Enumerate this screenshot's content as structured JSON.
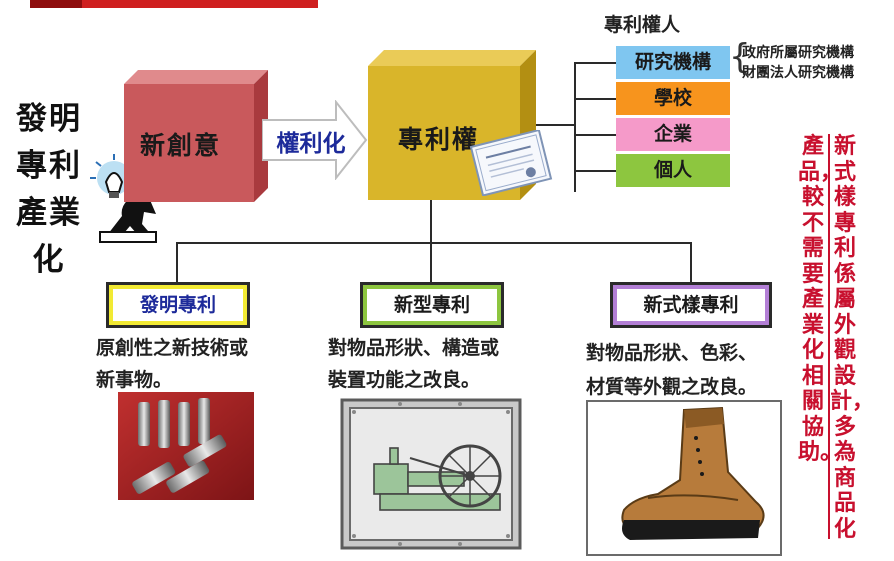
{
  "side_title": {
    "line1": "發明",
    "line2": "專利",
    "line3": "產業",
    "line4": "化"
  },
  "new_idea": {
    "label": "新創意"
  },
  "arrow": {
    "label": "權利化"
  },
  "patent_right": {
    "label": "專利權"
  },
  "owners": {
    "title": "專利權人",
    "items": [
      {
        "label": "研究機構",
        "color": "#7fc6f0"
      },
      {
        "label": "學校",
        "color": "#f7941d"
      },
      {
        "label": "企業",
        "color": "#f59ac9"
      },
      {
        "label": "個人",
        "color": "#8dc63f"
      }
    ],
    "sub_items": [
      "政府所屬研究機構",
      "財團法人研究機構"
    ]
  },
  "patent_types": [
    {
      "label": "發明專利",
      "border": "#f2ea33",
      "text_color": "#1d2a9a",
      "desc_line1": "原創性之新技術或",
      "desc_line2": "新事物。"
    },
    {
      "label": "新型專利",
      "border": "#8dc63f",
      "text_color": "#1a1a1a",
      "desc_line1": "對物品形狀、構造或",
      "desc_line2": "裝置功能之改良。"
    },
    {
      "label": "新式樣專利",
      "border": "#b37fd6",
      "text_color": "#1a1a1a",
      "desc_line1": "對物品形狀、色彩、",
      "desc_line2": "材質等外觀之改良。"
    }
  ],
  "vertical_note": {
    "col1": "新式樣專利係屬外觀設計，多為商品化",
    "col2": "產品，較不需要產業化相關協助。"
  },
  "colors": {
    "accent_red": "#c8102e",
    "cube_red": "#c9595c",
    "cube_gold": "#d9b52a"
  }
}
